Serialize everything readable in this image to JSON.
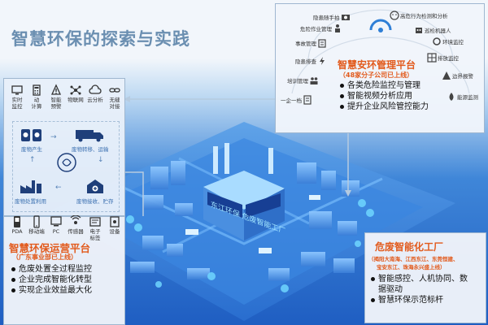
{
  "page": {
    "title": "智慧环保的探索与实践"
  },
  "left_panel": {
    "top_icons": [
      {
        "label": "实时\n监控",
        "icon": "monitor-icon"
      },
      {
        "label": "动\n计算",
        "icon": "calculator-icon"
      },
      {
        "label": "智能\n预警",
        "icon": "alarm-icon"
      },
      {
        "label": "物联网",
        "icon": "iot-icon"
      },
      {
        "label": "云分析",
        "icon": "cloud-icon"
      },
      {
        "label": "无缝\n对接",
        "icon": "link-icon"
      }
    ],
    "flow": {
      "generate": "废物产生",
      "transfer": "废物转移、运输",
      "dispose": "废物处置利用",
      "storage": "废物接收、贮存"
    },
    "bottom_icons": [
      {
        "label": "PDA",
        "icon": "pda-icon"
      },
      {
        "label": "移动端",
        "icon": "mobile-icon"
      },
      {
        "label": "PC",
        "icon": "pc-icon"
      },
      {
        "label": "传感器",
        "icon": "sensor-icon"
      },
      {
        "label": "电子\n标签",
        "icon": "tag-icon"
      },
      {
        "label": "设备",
        "icon": "device-icon"
      }
    ],
    "platform": {
      "title": "智慧环保运营平台",
      "subtitle": "（广东事业部已上线）",
      "bullets": [
        "危废处置全过程监控",
        "企业完成智能化转型",
        "实现企业效益最大化"
      ]
    }
  },
  "right_top_panel": {
    "items": {
      "hidden_danger": "隐患随手拍",
      "high_risk": "高危行为检测和分析",
      "danger_work": "危险作业管理",
      "inspection_robot": "巡检机器人",
      "incident": "事故管理",
      "env_monitor": "环境监控",
      "hazard_check": "隐患排查",
      "patrol_monitor": "排放监控",
      "training": "培训管理",
      "perimeter": "边界报警",
      "one_enterprise": "一企一档",
      "energy": "能源监测"
    },
    "platform": {
      "title": "智慧安环管理平台",
      "subtitle": "（48家分子公司已上线）",
      "bullets": [
        "各类危险监控与管理",
        "智能视频分析应用",
        "提升企业风险管控能力"
      ]
    }
  },
  "right_bottom_panel": {
    "title": "危废智能化工厂",
    "subtitle_lines": [
      "（揭阳大南海、江西东江、东莞恒建、",
      "宝安东江、珠海永兴盛上线）"
    ],
    "bullets": [
      "智能感控、人机协同、数\n据驱动",
      "智慧环保示范标杆"
    ]
  },
  "city": {
    "sign": "东江环保 危废智能工厂"
  },
  "colors": {
    "accent_orange": "#e25a1c",
    "title_gray_blue": "#6b8fb1",
    "bg_blue": "#1f5ec2"
  }
}
